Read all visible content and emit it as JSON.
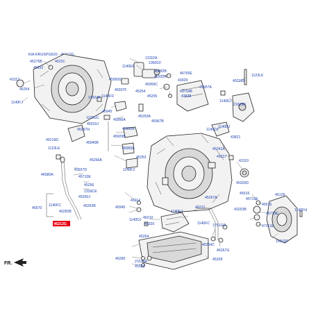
{
  "title": "KIA KRUSPG620 - 46212G",
  "front_label": "FR.",
  "highlight": {
    "code": "46212G"
  },
  "labels": [
    "45276B",
    "45231",
    "45252",
    "43113",
    "45254",
    "1140FJ",
    "1311FA",
    "1140EF",
    "1360CF",
    "45932B",
    "45950G",
    "46755E",
    "45932A",
    "45959C",
    "43929",
    "45957A",
    "43714B",
    "43838",
    "1123LK",
    "45215D",
    "1140EJ",
    "21825B",
    "1140DJ",
    "45937F",
    "1430JB",
    "1140FD",
    "45254",
    "45255",
    "45945",
    "45990A",
    "45253A",
    "45967B",
    "1123GC",
    "45910J",
    "45257H",
    "45936A",
    "1140DJ",
    "43821",
    "45219D",
    "45940B",
    "45929B",
    "45950A",
    "45253",
    "45241A",
    "1123LE",
    "45227",
    "43119",
    "45266A",
    "43927D",
    "45710E",
    "1140FZ",
    "46580A",
    "45256",
    "1339CE",
    "45250J",
    "45320D",
    "45516",
    "45713E",
    "46128",
    "43253B",
    "45570",
    "1140FC",
    "45945",
    "43114",
    "45267A",
    "45282B",
    "45262B",
    "46212",
    "1140FH",
    "1140EJ",
    "46210",
    "46320",
    "1140DJ",
    "1140FC",
    "1751GD",
    "45264",
    "45264C",
    "46267G",
    "45280",
    "21513A",
    "45324",
    "45328",
    "45516",
    "45713E",
    "47111E",
    "1601DF"
  ]
}
